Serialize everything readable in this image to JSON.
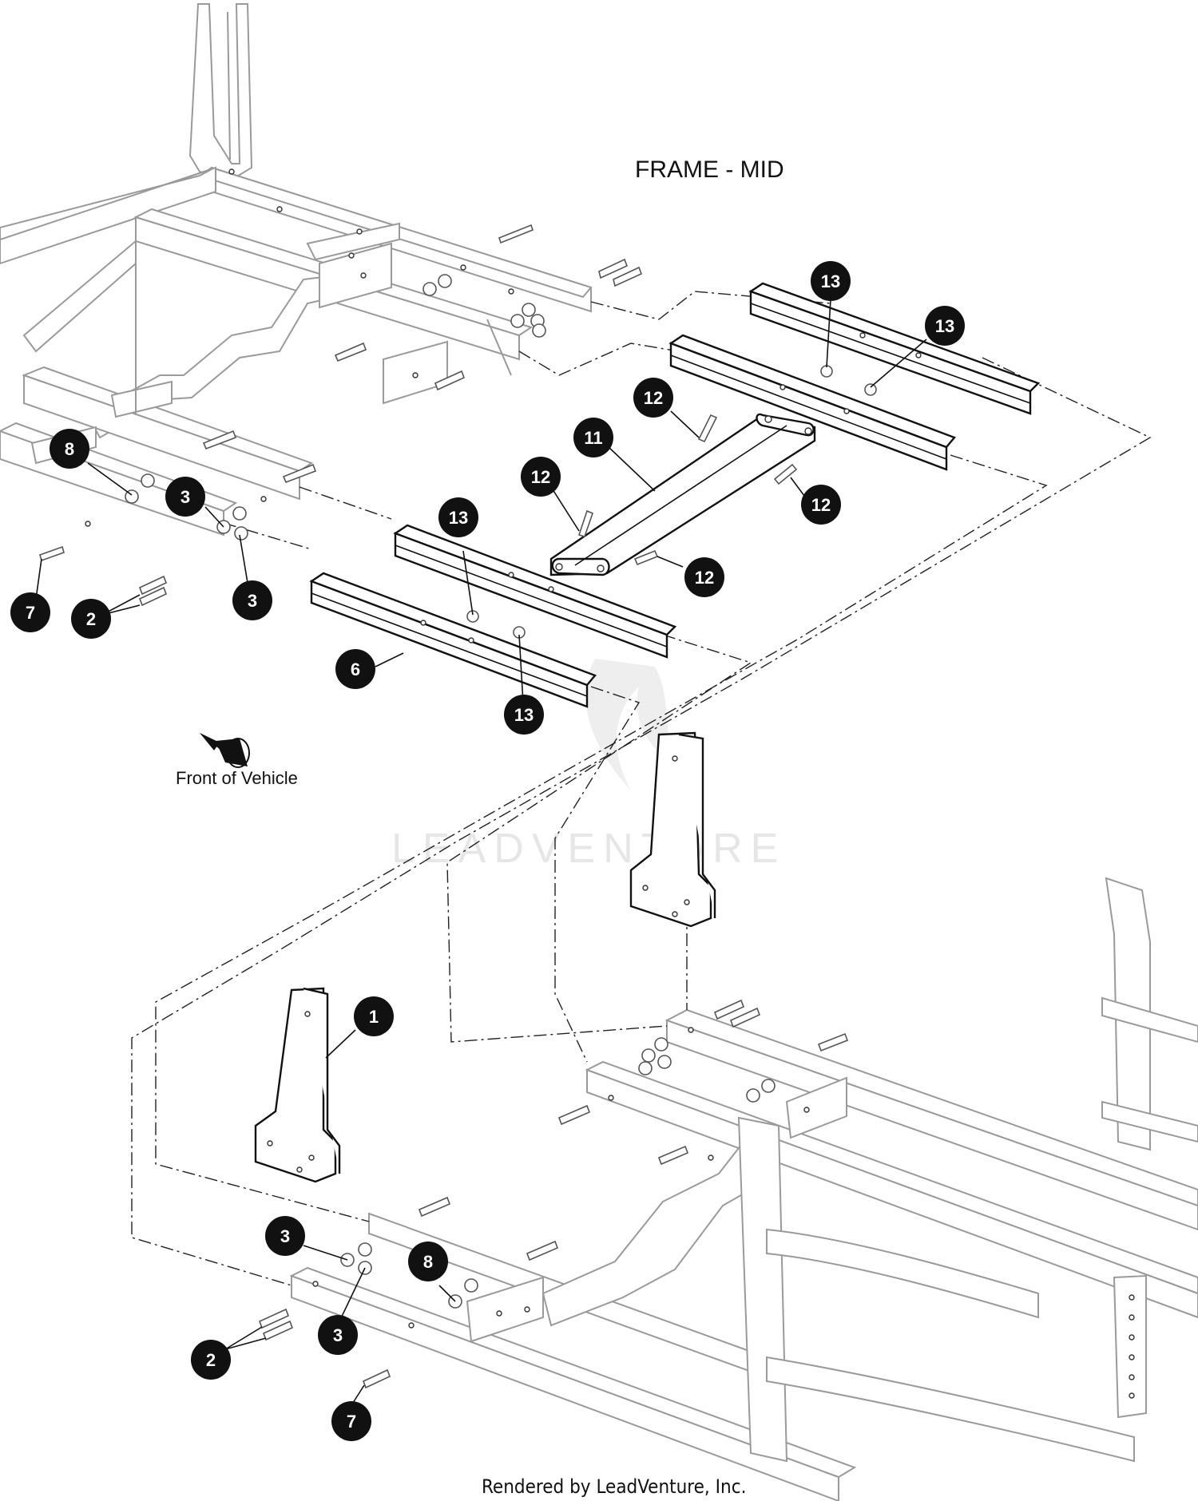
{
  "diagram": {
    "title": "FRAME - MID",
    "front_label": "Front of Vehicle",
    "credit": "Rendered by LeadVenture, Inc.",
    "watermark": "LEADVENTURE",
    "callouts": [
      {
        "num": "13"
      },
      {
        "num": "13"
      },
      {
        "num": "12"
      },
      {
        "num": "11"
      },
      {
        "num": "12"
      },
      {
        "num": "12"
      },
      {
        "num": "12"
      },
      {
        "num": "8"
      },
      {
        "num": "3"
      },
      {
        "num": "3"
      },
      {
        "num": "7"
      },
      {
        "num": "2"
      },
      {
        "num": "13"
      },
      {
        "num": "6"
      },
      {
        "num": "13"
      },
      {
        "num": "1"
      },
      {
        "num": "3"
      },
      {
        "num": "8"
      },
      {
        "num": "3"
      },
      {
        "num": "2"
      },
      {
        "num": "7"
      }
    ],
    "colors": {
      "callout_fill": "#111111",
      "callout_text": "#ffffff",
      "frame_line": "#9a9a9a",
      "part_line": "#111111"
    },
    "icons": [
      "front-direction-arrow-icon"
    ]
  }
}
